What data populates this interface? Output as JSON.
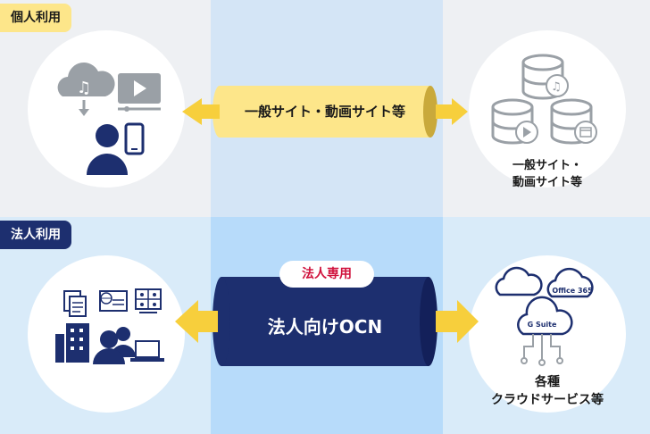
{
  "sections": {
    "personal": {
      "tag": "個人利用"
    },
    "corporate": {
      "tag": "法人利用"
    }
  },
  "personal_pipe": {
    "label": "一般サイト・動画サイト等"
  },
  "personal_dest": {
    "caption_line1": "一般サイト・",
    "caption_line2": "動画サイト等"
  },
  "corporate_pipe": {
    "label": "法人向けOCN",
    "badge": "法人専用"
  },
  "corporate_dest": {
    "caption_line1": "各種",
    "caption_line2": "クラウドサービス等",
    "cloud_office": "Office 365",
    "cloud_gsuite": "G Suite"
  },
  "colors": {
    "navy": "#1d2f6f",
    "yellow_pipe": "#fde68a",
    "arrow_yellow": "#f7cf3c",
    "gray_icon": "#9aa0a6",
    "badge_red": "#d0113c"
  }
}
